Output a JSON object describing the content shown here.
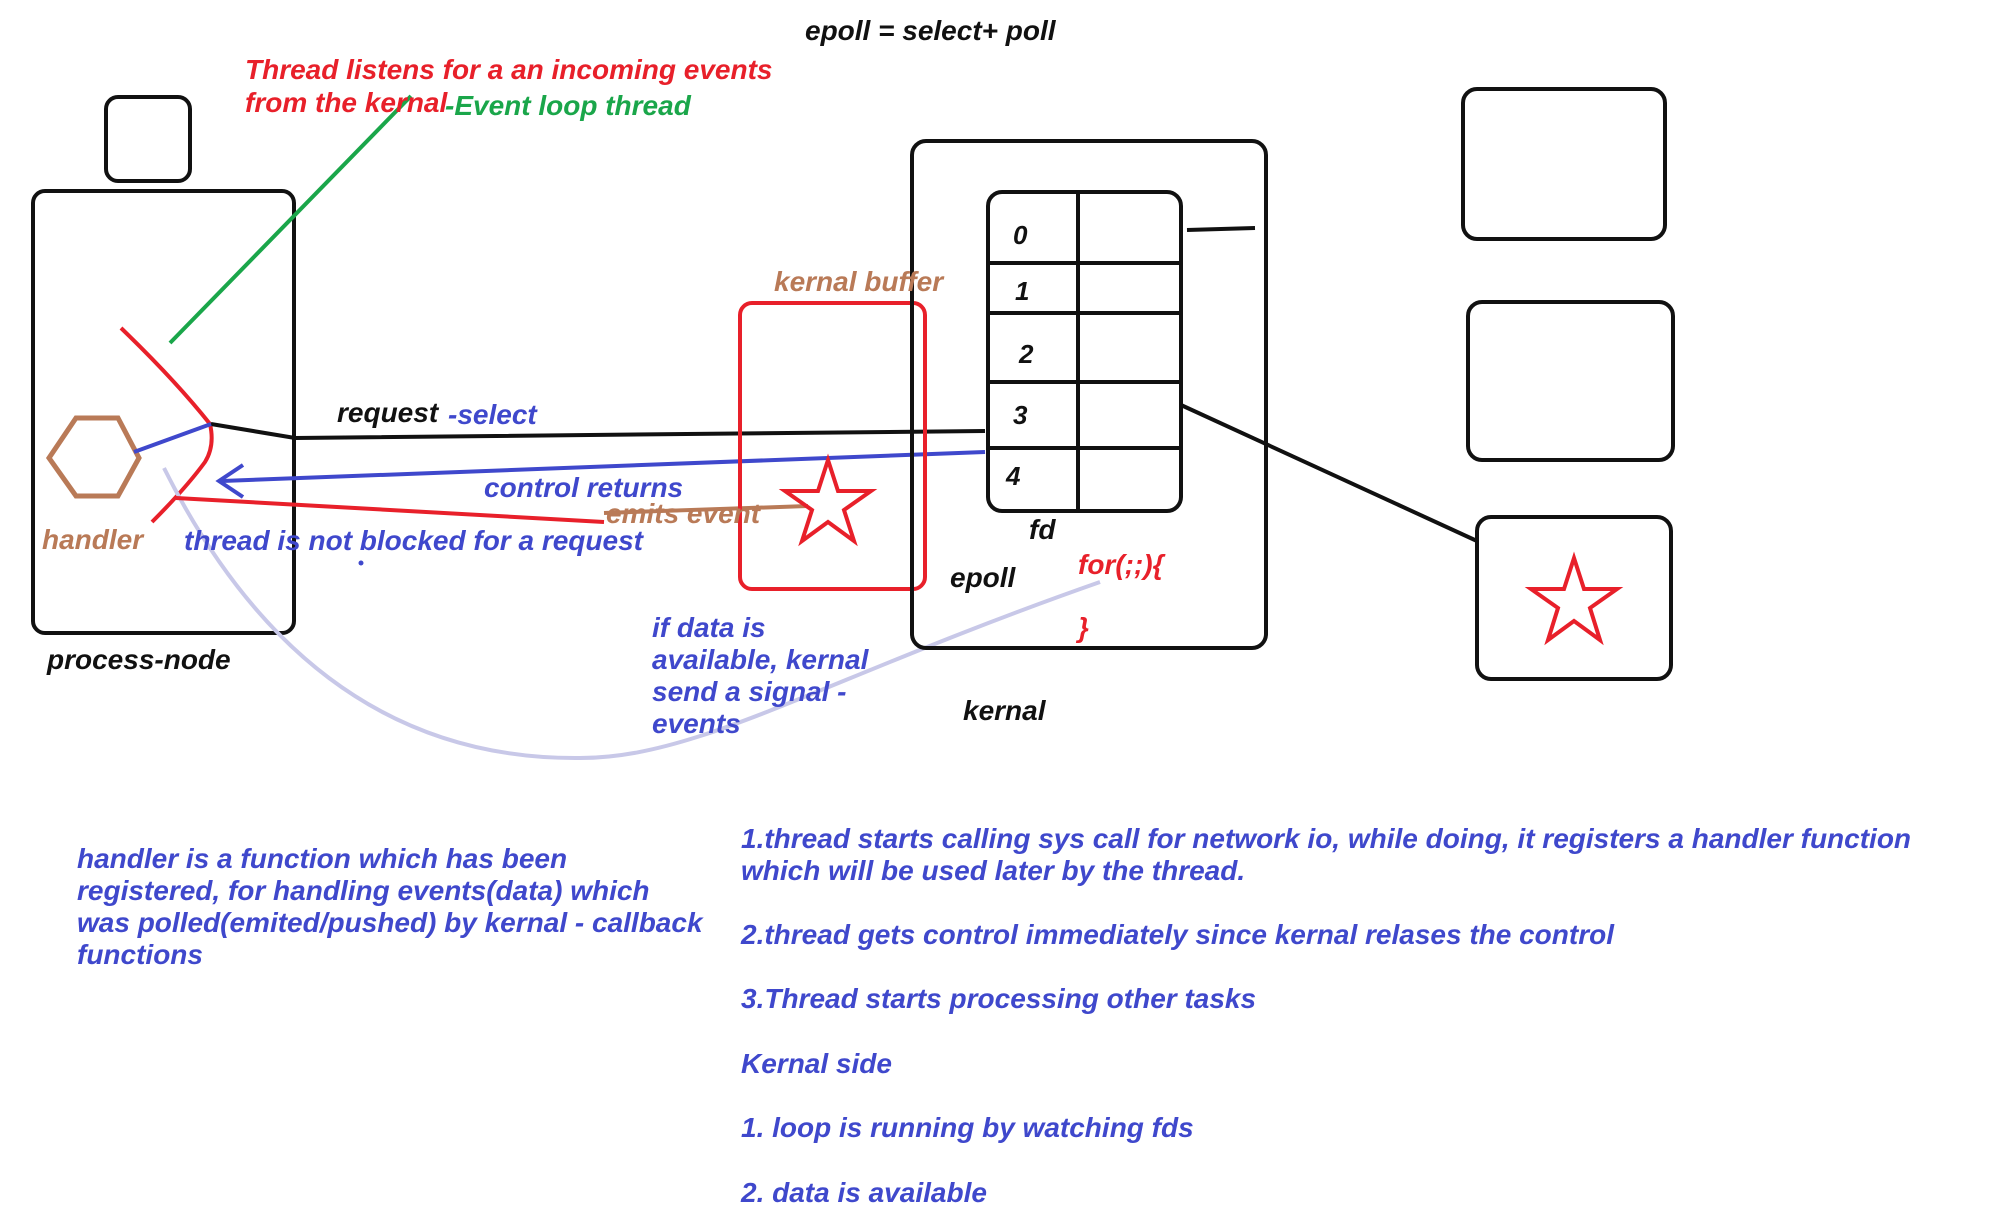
{
  "title": "epoll  =  select+ poll",
  "labels": {
    "thread_listens_line1": "Thread listens for a an incoming events",
    "thread_listens_line2": "from the kernal",
    "event_loop_thread": "-Event loop thread",
    "kernal_buffer": "kernal buffer",
    "request": "request",
    "select": "-select",
    "control_returns": "control returns",
    "emits_event": "emits event",
    "handler": "handler",
    "not_blocked": "thread is not blocked for a request",
    "process_node": "process-node",
    "fd": "fd",
    "epoll": "epoll",
    "for_loop_open": "for(;;){",
    "for_loop_close": "}",
    "kernal": "kernal",
    "if_data_line1": "if data is",
    "if_data_line2": "available, kernal",
    "if_data_line3": "send a signal -",
    "if_data_line4": "events"
  },
  "fd_table": [
    "0",
    "1",
    "2",
    "3",
    "4"
  ],
  "notes": {
    "handler_desc": [
      "handler is a function which has been",
      "registered, for handling events(data) which",
      "was polled(emited/pushed) by kernal - callback",
      "functions"
    ],
    "steps": [
      "1.thread starts  calling sys call for network io, while doing, it registers a handler function",
      "which will be used later by the thread.",
      "2.thread gets control immediately since kernal relases the control",
      "3.Thread starts processing other tasks",
      "Kernal side",
      "1. loop is running by watching fds",
      "2. data is available"
    ]
  },
  "colors": {
    "black": "#111111",
    "red": "#e8202a",
    "green": "#1aa64a",
    "blue": "#3f48cc",
    "brown": "#b97a57",
    "lavender": "#c8c8e8"
  }
}
